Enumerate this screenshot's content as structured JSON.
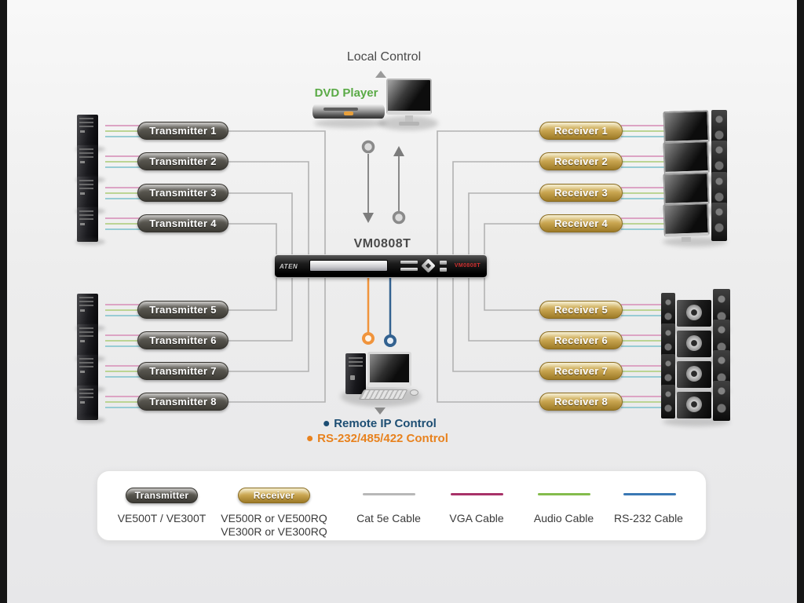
{
  "top": {
    "local_control": "Local Control",
    "dvd_player": "DVD Player"
  },
  "switch": {
    "label": "VM0808T",
    "brand": "ATEN",
    "front_badge": "VM0808T"
  },
  "transmitters": {
    "items": [
      "Transmitter 1",
      "Transmitter 2",
      "Transmitter 3",
      "Transmitter 4",
      "Transmitter 5",
      "Transmitter 6",
      "Transmitter 7",
      "Transmitter 8"
    ]
  },
  "receivers": {
    "items": [
      "Receiver 1",
      "Receiver 2",
      "Receiver 3",
      "Receiver 4",
      "Receiver 5",
      "Receiver 6",
      "Receiver 7",
      "Receiver 8"
    ]
  },
  "controls": {
    "remote_ip": "Remote IP Control",
    "serial": "RS-232/485/422 Control"
  },
  "legend": {
    "transmitter_pill": "Transmitter",
    "transmitter_models": "VE500T / VE300T",
    "receiver_pill": "Receiver",
    "receiver_models_1": "VE500R or VE500RQ",
    "receiver_models_2": "VE300R or VE300RQ",
    "cables": [
      {
        "label": "Cat 5e Cable",
        "color": "#b8b8b8"
      },
      {
        "label": "VGA Cable",
        "color": "#a83268"
      },
      {
        "label": "Audio Cable",
        "color": "#84bc4c"
      },
      {
        "label": "RS-232 Cable",
        "color": "#3a78b4"
      }
    ]
  },
  "colors": {
    "background": "#ececec",
    "cat5_line": "#b2b2b2",
    "vga_pale": "#dca4c4",
    "audio_pale": "#bcd494",
    "serial_pale": "#98ccd4",
    "control_orange": "#f0943c",
    "control_blue": "#336290",
    "transmitter_pill": "#57554e",
    "receiver_pill": "#c9a550",
    "dvd_label_green": "#5aaa46",
    "remote_ip_text": "#1d4e73",
    "serial_text": "#e8821e"
  }
}
